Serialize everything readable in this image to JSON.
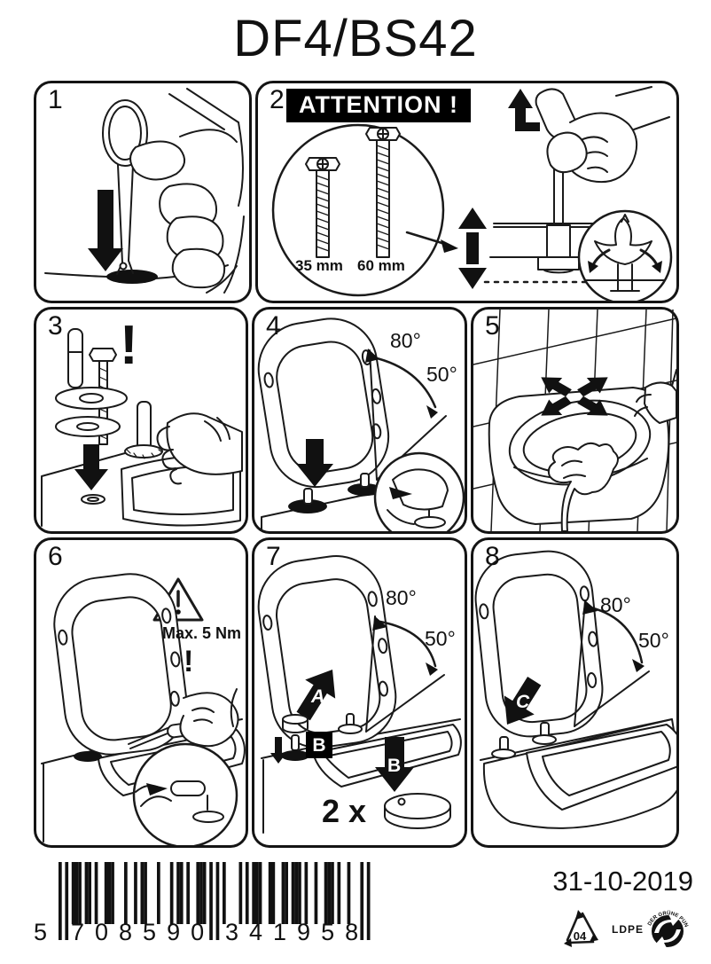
{
  "page": {
    "title": "DF4/BS42"
  },
  "panels": [
    {
      "number": "1"
    },
    {
      "number": "2",
      "banner": "ATTENTION !",
      "screw_short_label": "35 mm",
      "screw_long_label": "60 mm"
    },
    {
      "number": "3",
      "exclamation": "!"
    },
    {
      "number": "4",
      "angle_open": "80°",
      "angle_close": "50°"
    },
    {
      "number": "5"
    },
    {
      "number": "6",
      "warning_text": "Max. 5 Nm",
      "exclamation": "!"
    },
    {
      "number": "7",
      "angle_open": "80°",
      "angle_close": "50°",
      "label_a": "A",
      "label_b_chip": "B",
      "label_b_arrow": "B",
      "quantity": "2 x"
    },
    {
      "number": "8",
      "angle_open": "80°",
      "angle_close": "50°",
      "label_c": "C"
    }
  ],
  "footer": {
    "barcode": {
      "ean": "5708590341958",
      "lead_digit": "5",
      "group1": "708590",
      "group2": "341958",
      "modules": "10101110110100111000100101100010001011010011101010100001010111001100110111010010011101001000101"
    },
    "date": "31-10-2019",
    "recycling": {
      "resin_code": "04",
      "material": "LDPE",
      "green_dot_text": "DER GRÜNE PUNKT"
    }
  }
}
